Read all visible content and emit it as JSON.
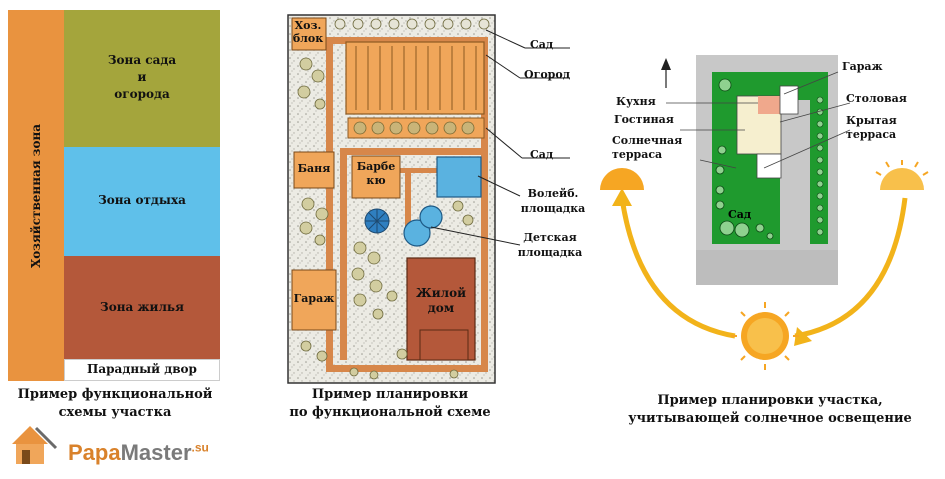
{
  "functional_scheme": {
    "utility_zone": "Хозяйственная зона",
    "garden_zone": [
      "Зона сада",
      "и",
      "огорода"
    ],
    "rest_zone": "Зона отдыха",
    "living_zone": "Зона жилья",
    "front_yard": "Парадный двор",
    "caption": [
      "Пример функциональной",
      "схемы участка"
    ],
    "colors": {
      "utility": "#e9933f",
      "garden": "#a4a53c",
      "rest": "#5fc0ea",
      "living": "#b4583a"
    }
  },
  "plan": {
    "shed": [
      "Хоз.",
      "блок"
    ],
    "bathhouse": "Баня",
    "bbq": [
      "Барбе",
      "кю"
    ],
    "garage": "Гараж",
    "house": [
      "Жилой",
      "дом"
    ],
    "callouts": {
      "garden_top": "Сад",
      "vegetable": "Огород",
      "garden_mid": "Сад",
      "volleyball": [
        "Волейб.",
        "площадка"
      ],
      "playground": [
        "Детская",
        "площадка"
      ]
    },
    "caption": [
      "Пример планировки",
      "по функциональной схеме"
    ]
  },
  "sun_plan": {
    "labels": {
      "garage": "Гараж",
      "kitchen": "Кухня",
      "dining": "Столовая",
      "living_room": "Гостиная",
      "covered_terrace": [
        "Крытая",
        "терраса"
      ],
      "sunny_terrace": [
        "Солнечная",
        "терраса"
      ],
      "garden": "Сад"
    },
    "caption": [
      "Пример планировки участка,",
      "учитывающей солнечное освещение"
    ]
  },
  "logo": {
    "papa": "Papa",
    "master": "Master",
    "domain": ".su"
  }
}
